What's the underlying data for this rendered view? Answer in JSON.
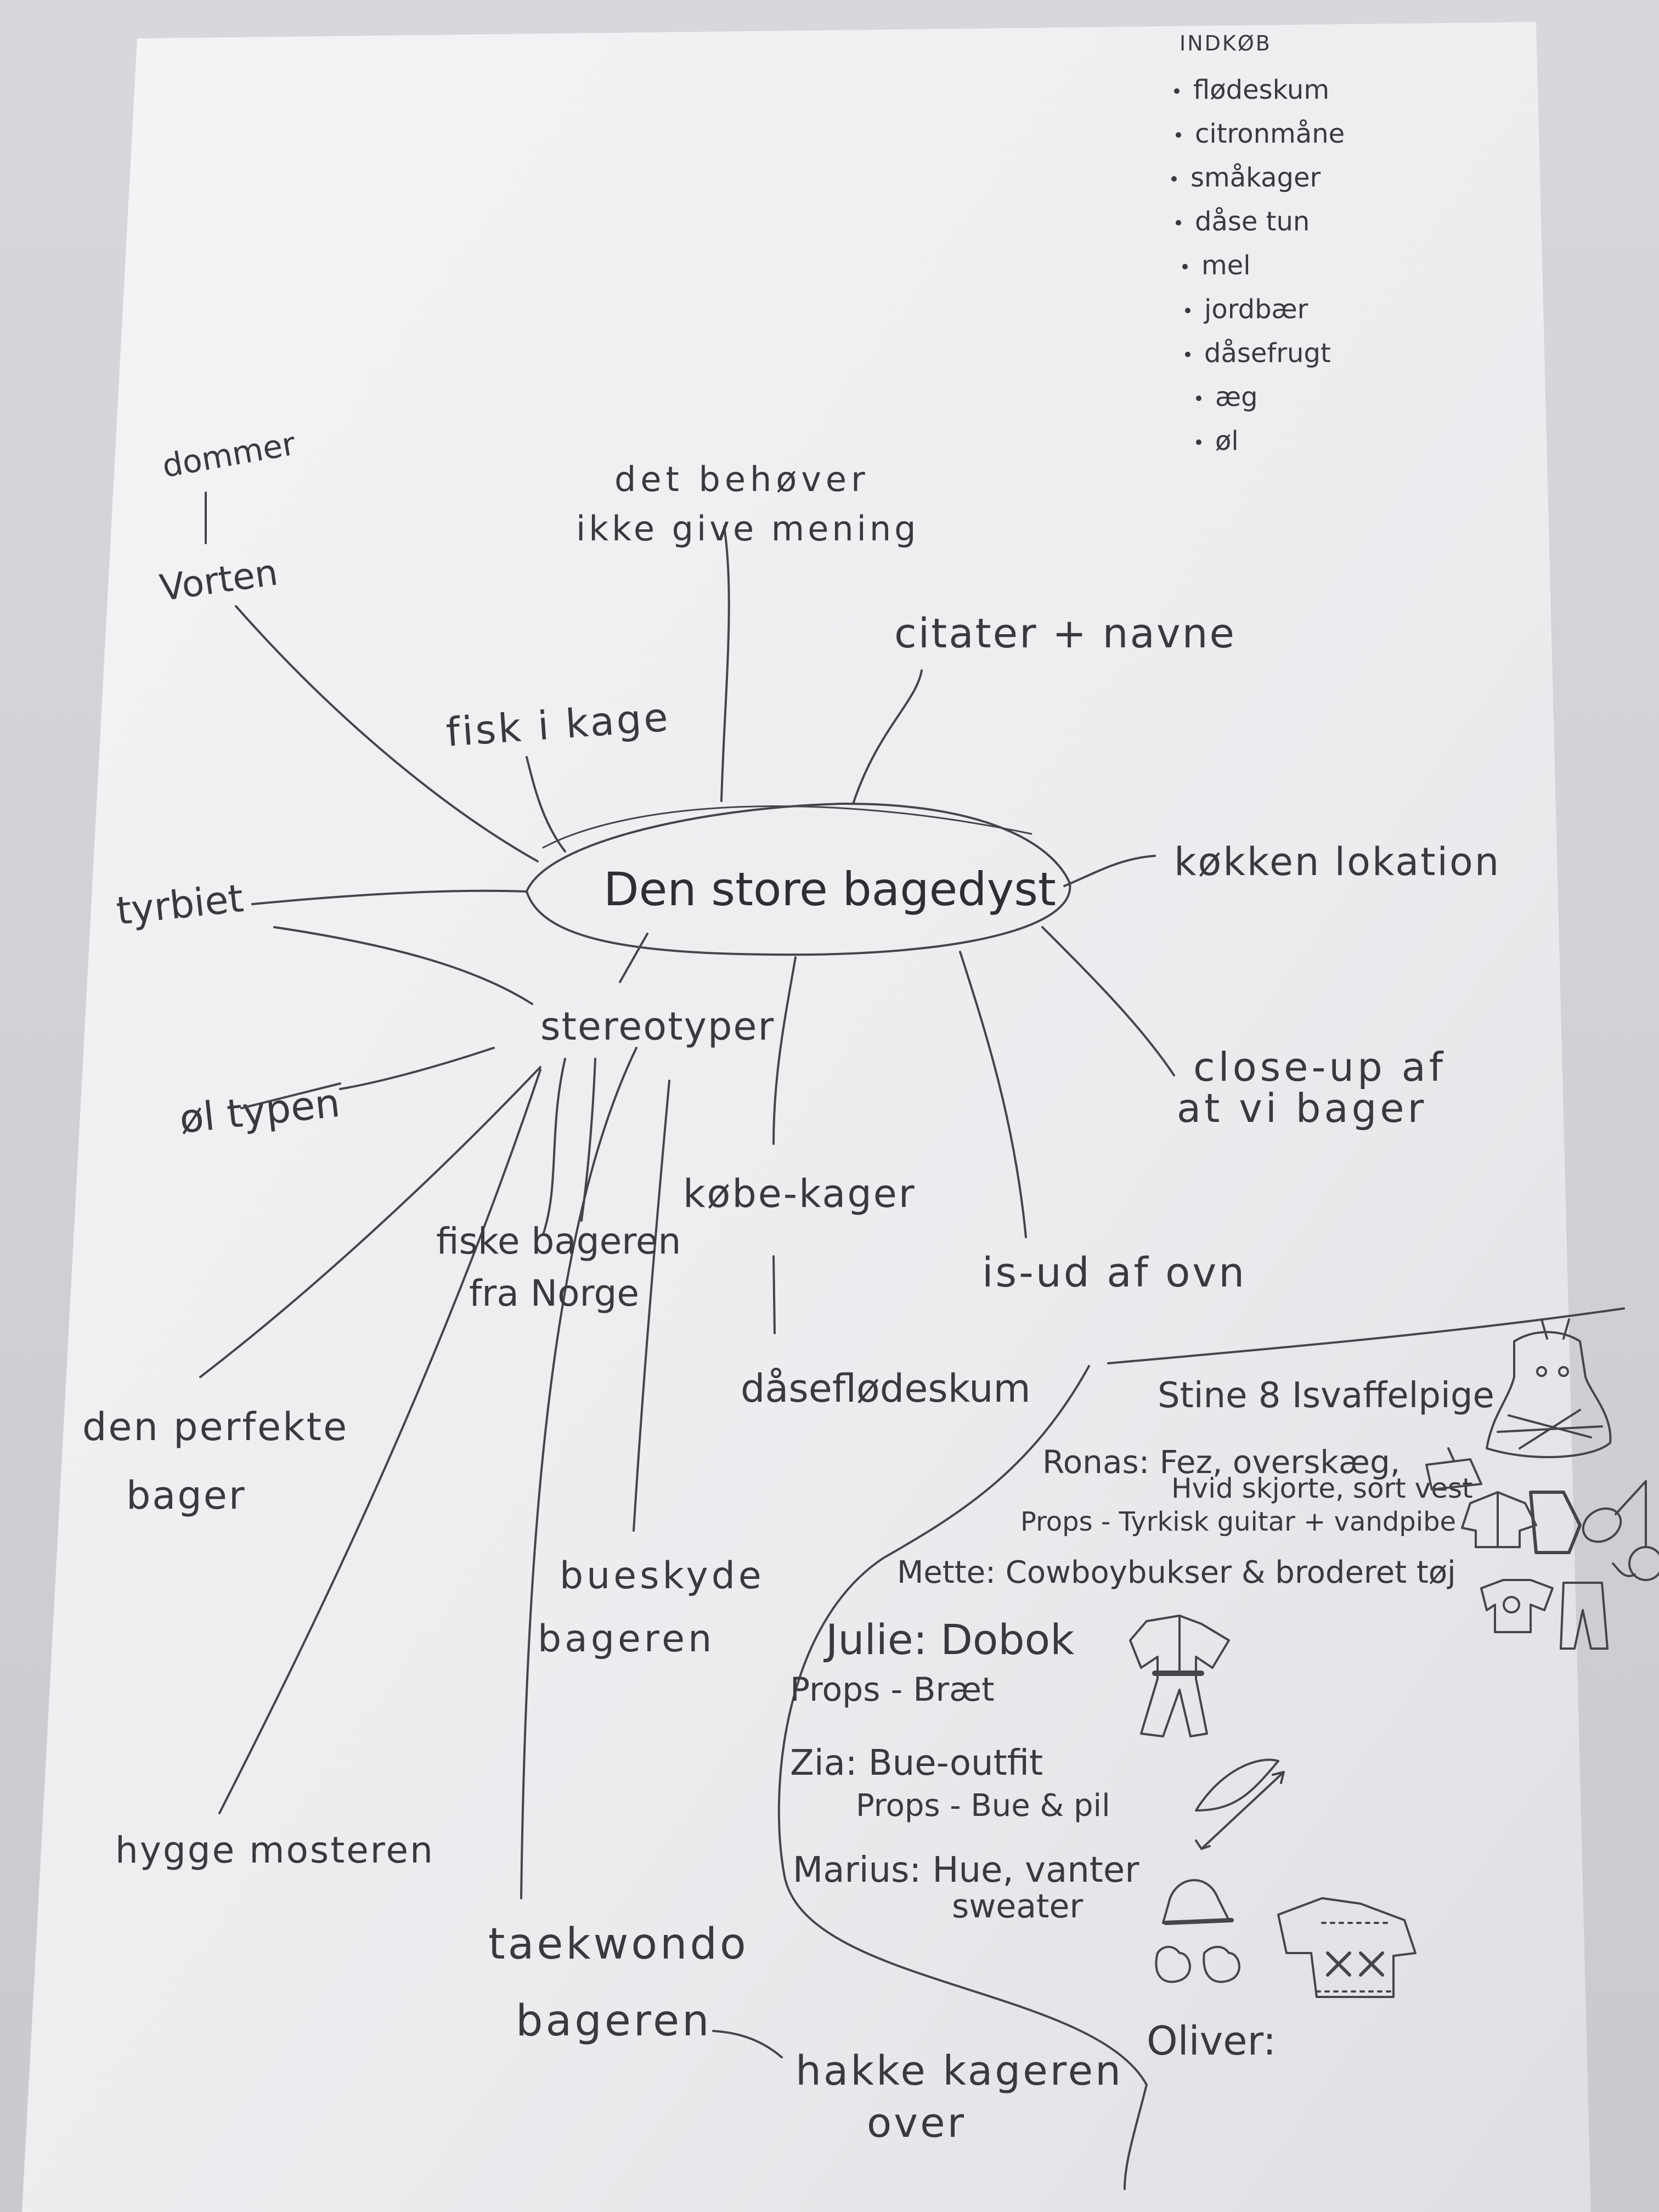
{
  "mindmap": {
    "center": "Den store bagedyst",
    "branches": {
      "dommer": "dommer",
      "vorten": "Vorten",
      "behover_line1": "det behøver",
      "behover_line2": "ikke give mening",
      "citater": "citater + navne",
      "fisk": "fisk i kage",
      "kokken": "køkken lokation",
      "tyrbiet": "tyrbiet",
      "closeup_line1": "close-up af",
      "closeup_line2": "at vi bager",
      "stereotyper": "stereotyper",
      "oltypen": "øl typen",
      "kobekager": "købe-kager",
      "isud": "is-ud af ovn",
      "fiske_line1": "fiske bageren",
      "fiske_line2": "fra Norge",
      "daseflodeskum": "dåseflødeskum",
      "perfekte_line1": "den perfekte",
      "perfekte_line2": "bager",
      "bueskyde_line1": "bueskyde",
      "bueskyde_line2": "bageren",
      "hygge": "hygge mosteren",
      "taekwondo_line1": "taekwondo",
      "taekwondo_line2": "bageren",
      "hakke_line1": "hakke kageren",
      "hakke_line2": "over"
    }
  },
  "shopping": {
    "title": "INDKØB",
    "items": [
      "flødeskum",
      "citronmåne",
      "småkager",
      "dåse tun",
      "mel",
      "jordbær",
      "dåsefrugt",
      "æg",
      "øl"
    ]
  },
  "costumes": {
    "heading": "Stine 8 Isvaffelpige",
    "ronas_1": "Ronas: Fez, overskæg,",
    "ronas_2": "Hvid skjorte, sort vest",
    "ronas_3": "Props - Tyrkisk guitar + vandpibe",
    "mette": "Mette: Cowboybukser & broderet tøj",
    "julie_1": "Julie: Dobok",
    "julie_2": "Props - Bræt",
    "zia_1": "Zia: Bue-outfit",
    "zia_2": "Props - Bue & pil",
    "marius_1": "Marius: Hue, vanter",
    "marius_2": "sweater",
    "oliver": "Oliver:"
  },
  "colors": {
    "paper": "#f1f1f3",
    "ink": "#3a3a3e",
    "desk": "#cfd1d6"
  }
}
